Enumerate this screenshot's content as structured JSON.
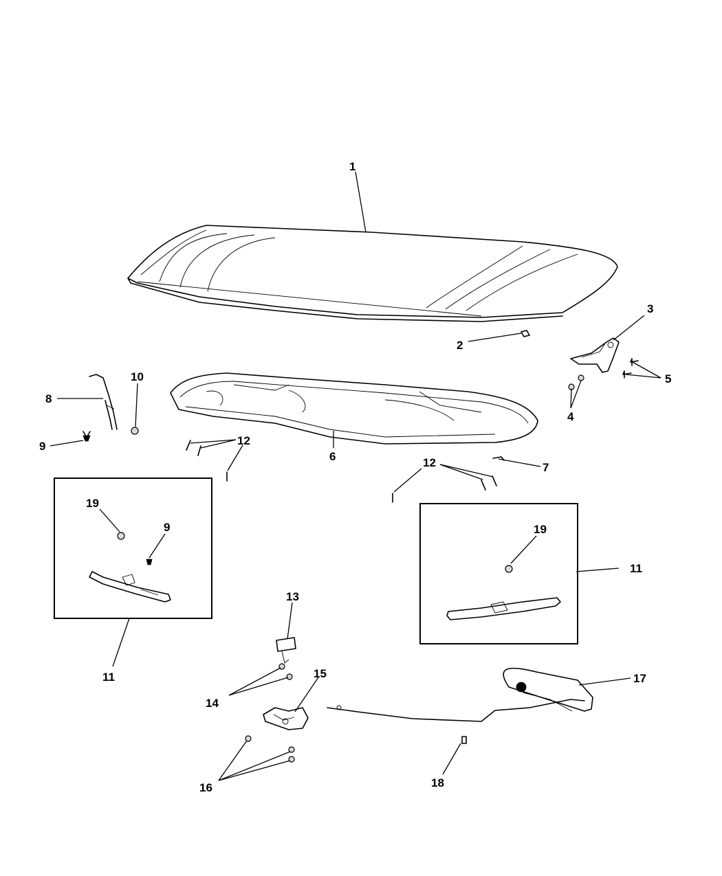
{
  "callouts": {
    "c1": "1",
    "c2": "2",
    "c3": "3",
    "c4": "4",
    "c5": "5",
    "c6": "6",
    "c7": "7",
    "c8": "8",
    "c9a": "9",
    "c9b": "9",
    "c10": "10",
    "c11a": "11",
    "c11b": "11",
    "c12a": "12",
    "c12b": "12",
    "c13": "13",
    "c14": "14",
    "c15": "15",
    "c16": "16",
    "c17": "17",
    "c18": "18",
    "c19a": "19",
    "c19b": "19"
  }
}
